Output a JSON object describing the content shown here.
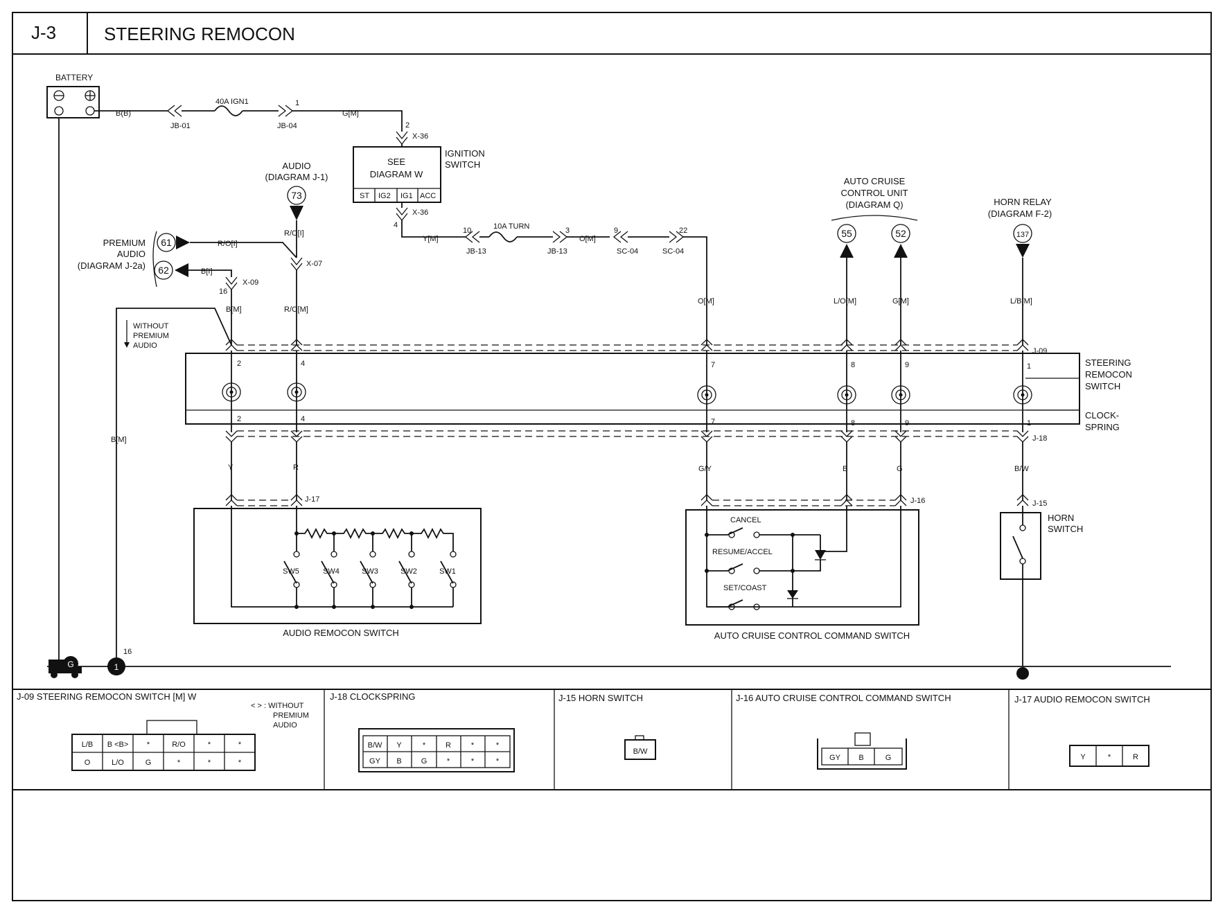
{
  "header": {
    "code": "J-3",
    "title": "STEERING REMOCON"
  },
  "power": {
    "battery": "BATTERY",
    "wire_battery": "B(B)",
    "fuse_main": "40A IGN1",
    "jb01": "JB-01",
    "jb04": "JB-04",
    "pin1": "1",
    "wire_gm": "G[M]",
    "pin2": "2",
    "x36": "X-36",
    "ignition_see_line1": "SEE",
    "ignition_see_line2": "DIAGRAM W",
    "ignition_label_line1": "IGNITION",
    "ignition_label_line2": "SWITCH",
    "ign_terminals": [
      "ST",
      "IG2",
      "IG1",
      "ACC"
    ],
    "pin4": "4",
    "wire_ym": "Y[M]",
    "pin10": "10",
    "fuse_turn": "10A TURN",
    "jb13": "JB-13",
    "pin3": "3",
    "wire_om": "O[M]",
    "pin9": "9",
    "sc04": "SC-04",
    "pin22": "22"
  },
  "refs": {
    "audio_line1": "AUDIO",
    "audio_line2": "(DIAGRAM J-1)",
    "audio_num": "73",
    "premium_line1": "PREMIUM",
    "premium_line2": "AUDIO",
    "premium_line3": "(DIAGRAM J-2a)",
    "premium_num1": "61",
    "premium_num2": "62",
    "cruise_line1": "AUTO CRUISE",
    "cruise_line2": "CONTROL UNIT",
    "cruise_line3": "(DIAGRAM Q)",
    "cruise_num1": "55",
    "cruise_num2": "52",
    "horn_line1": "HORN RELAY",
    "horn_line2": "(DIAGRAM F-2)",
    "horn_num": "137"
  },
  "wires": {
    "ro_i": "R/O[I]",
    "b_i": "B[I]",
    "x07": "X-07",
    "x09": "X-09",
    "pin16": "16",
    "bm": "B[M]",
    "rom": "R/O[M]",
    "om": "O[M]",
    "lom": "L/O[M]",
    "gm": "G[M]",
    "lbm": "L/B[M]",
    "bm_left": "B[M]",
    "without_line1": "WITHOUT",
    "without_line2": "PREMIUM",
    "without_line3": "AUDIO",
    "j09": "J-09",
    "j18": "J-18",
    "j17": "J-17",
    "j16": "J-16",
    "j15": "J-15",
    "y": "Y",
    "r": "R",
    "gy": "G/Y",
    "b": "B",
    "g": "G",
    "bw": "B/W",
    "ground_pin": "16",
    "ground_g": "G",
    "ground_1": "1"
  },
  "steering": {
    "label_line1": "STEERING",
    "label_line2": "REMOCON",
    "label_line3": "SWITCH",
    "clock_line1": "CLOCK-",
    "clock_line2": "SPRING",
    "pins": [
      "2",
      "4",
      "7",
      "8",
      "9",
      "1"
    ]
  },
  "audio_switch": {
    "label": "AUDIO REMOCON SWITCH",
    "switches": [
      "SW5",
      "SW4",
      "SW3",
      "SW2",
      "SW1"
    ]
  },
  "cruise_switch": {
    "label": "AUTO CRUISE CONTROL COMMAND SWITCH",
    "cancel": "CANCEL",
    "resume": "RESUME/ACCEL",
    "set": "SET/COAST"
  },
  "horn_switch": {
    "line1": "HORN",
    "line2": "SWITCH"
  },
  "connectors": {
    "j09_title": "J-09 STEERING REMOCON SWITCH [M] W",
    "j09_note_line1": "< > : WITHOUT",
    "j09_note_line2": "PREMIUM",
    "j09_note_line3": "AUDIO",
    "j09_row1": [
      "L/B",
      "B <B>",
      "*",
      "R/O",
      "*",
      "*"
    ],
    "j09_row2": [
      "O",
      "L/O",
      "G",
      "*",
      "*",
      "*"
    ],
    "j18_title": "J-18 CLOCKSPRING",
    "j18_row1": [
      "B/W",
      "Y",
      "*",
      "R",
      "*",
      "*"
    ],
    "j18_row2": [
      "GY",
      "B",
      "G",
      "*",
      "*",
      "*"
    ],
    "j15_title": "J-15 HORN SWITCH",
    "j15_cell": "B/W",
    "j16_title": "J-16 AUTO CRUISE CONTROL COMMAND SWITCH",
    "j16_cells": [
      "GY",
      "B",
      "G"
    ],
    "j17_title": "J-17 AUDIO REMOCON SWITCH",
    "j17_cells": [
      "Y",
      "*",
      "R"
    ]
  }
}
